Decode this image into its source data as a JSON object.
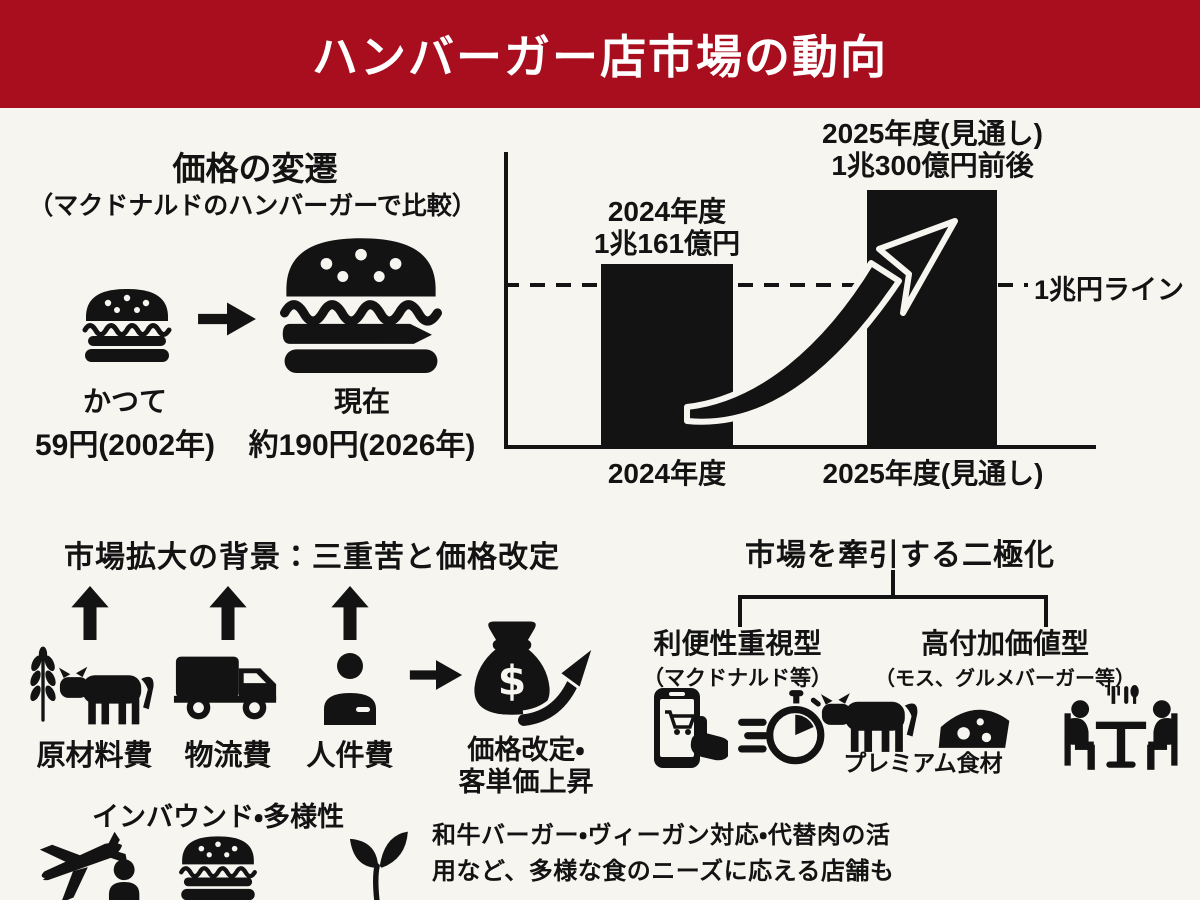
{
  "colors": {
    "header_bg": "#a80e1e",
    "header_text": "#ffffff",
    "ink": "#131313",
    "background": "#f7f5f0"
  },
  "header": {
    "title": "ハンバーガー店市場の動向"
  },
  "price_section": {
    "title": "価格の変遷",
    "subtitle": "（マクドナルドのハンバーガーで比較）",
    "past": {
      "label": "かつて",
      "price": "59円(2002年)"
    },
    "present": {
      "label": "現在",
      "price": "約190円(2026年)"
    }
  },
  "chart": {
    "bar1": {
      "ann_line1": "2024年度",
      "ann_line2": "1兆161億円",
      "axis_label": "2024年度"
    },
    "bar2": {
      "ann_line1": "2025年度(見通し)",
      "ann_line2": "1兆300億円前後",
      "axis_label": "2025年度(見通し)"
    },
    "threshold_label": "1兆円ライン"
  },
  "chart_data": {
    "type": "bar",
    "categories": [
      "2024年度",
      "2025年度(見通し)"
    ],
    "values": [
      10161,
      10300
    ],
    "unit": "億円",
    "value_labels": [
      "1兆161億円",
      "1兆300億円前後"
    ],
    "reference_line": {
      "label": "1兆円ライン",
      "value": 10000
    },
    "title": "",
    "xlabel": "",
    "ylabel": "",
    "legend": "none",
    "grid": false,
    "annotations": [
      "白抜きの成長矢印が2024年度から2025年度へ上昇"
    ]
  },
  "background_section": {
    "title": "市場拡大の背景：三重苦と価格改定",
    "factors": [
      {
        "label": "原材料費"
      },
      {
        "label": "物流費"
      },
      {
        "label": "人件費"
      }
    ],
    "result": {
      "line1": "価格改定・",
      "line2": "客単価上昇"
    }
  },
  "polarization_section": {
    "title": "市場を牽引する二極化",
    "left": {
      "name": "利便性重視型",
      "example": "（マクドナルド等）"
    },
    "right": {
      "name": "高付加価値型",
      "example": "（モス、グルメバーガー等）",
      "premium_label": "プレミアム食材"
    }
  },
  "inbound_section": {
    "title": "インバウンド・多様性",
    "description_line1": "和牛バーガー・ヴィーガン対応・代替肉の活",
    "description_line2": "用など、多様な食のニーズに応える店舗も"
  },
  "icons": {
    "small-burger-icon": "svg-silhouette",
    "large-burger-icon": "svg-silhouette",
    "arrow-right-icon": "svg-shape",
    "up-arrow-icon": "svg-shape",
    "wheat-icon": "svg-silhouette",
    "cow-icon": "svg-silhouette",
    "truck-icon": "svg-silhouette",
    "person-icon": "svg-silhouette",
    "money-bag-icon": "svg-silhouette + $",
    "growth-arrow-icon": "svg-swoosh",
    "phone-order-icon": "svg-silhouette",
    "stopwatch-icon": "svg-silhouette",
    "cheese-icon": "svg-silhouette",
    "dining-table-icon": "svg-silhouette",
    "airplane-traveler-icon": "svg-silhouette",
    "sprout-icon": "svg-silhouette",
    "burger-diversity-icon": "svg-silhouette"
  }
}
